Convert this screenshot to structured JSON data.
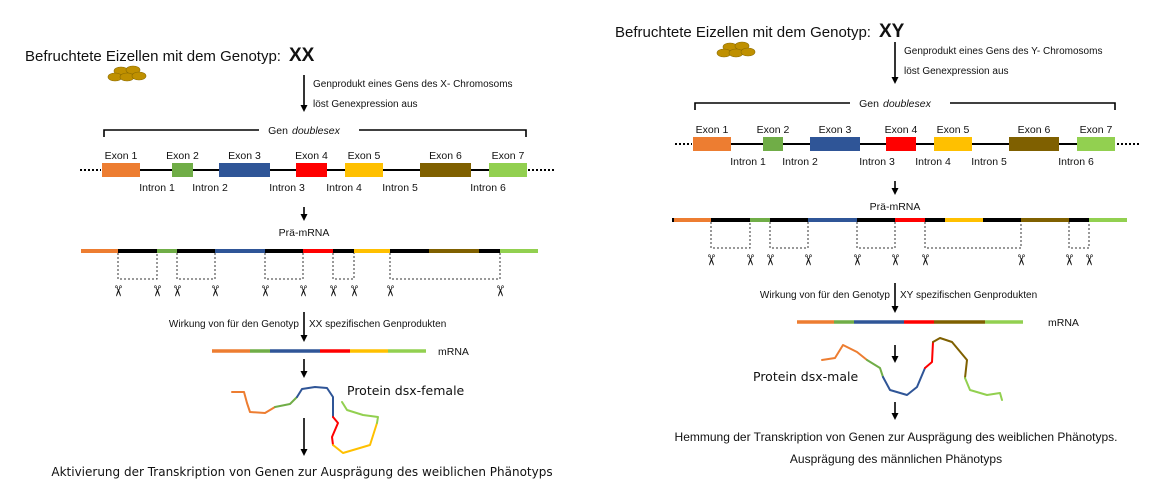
{
  "colors": {
    "exon1": "#ed7d31",
    "exon2": "#70ad47",
    "exon3": "#2f5597",
    "exon4": "#ff0000",
    "exon5": "#ffc000",
    "exon6": "#7f6000",
    "exon7": "#92d050",
    "intron": "#000000",
    "egg": "#bf9000",
    "scissors": "#8c8c8c"
  },
  "icons": {
    "egg": "egg-cluster-icon",
    "scissors": "scissors-icon",
    "arrow": "arrow-down-icon"
  },
  "exon_labels": [
    "Exon 1",
    "Exon 2",
    "Exon 3",
    "Exon 4",
    "Exon 5",
    "Exon 6",
    "Exon 7"
  ],
  "intron_labels": [
    "Intron 1",
    "Intron 2",
    "Intron 3",
    "Intron 4",
    "Intron 5",
    "Intron 6"
  ],
  "gene_label_prefix": "Gen",
  "gene_name": "doublesex",
  "pre_mrna_label": "Prä-mRNA",
  "mrna_label": "mRNA",
  "left": {
    "title": "Befruchtete Eizellen mit dem Genotyp:",
    "genotype": "XX",
    "trigger_line1": "Genprodukt eines Gens des X- Chromosoms",
    "trigger_line2": "löst Genexpression aus",
    "action_left": "Wirkung von für den Genotyp",
    "action_right": "XX spezifischen Genprodukten",
    "protein": "Protein dsx-female",
    "result_line1": "Aktivierung der Transkription von Genen zur Ausprägung des weiblichen Phänotyps"
  },
  "right": {
    "title": "Befruchtete Eizellen mit dem Genotyp:",
    "genotype": "XY",
    "trigger_line1": "Genprodukt eines Gens des Y- Chromosoms",
    "trigger_line2": "löst Genexpression aus",
    "action_left": "Wirkung von für den Genotyp",
    "action_right": "XY spezifischen Genprodukten",
    "protein": "Protein dsx-male",
    "result_line1": "Hemmung der Transkription von Genen zur Ausprägung des weiblichen Phänotyps.",
    "result_line2": "Ausprägung des männlichen Phänotyps"
  }
}
